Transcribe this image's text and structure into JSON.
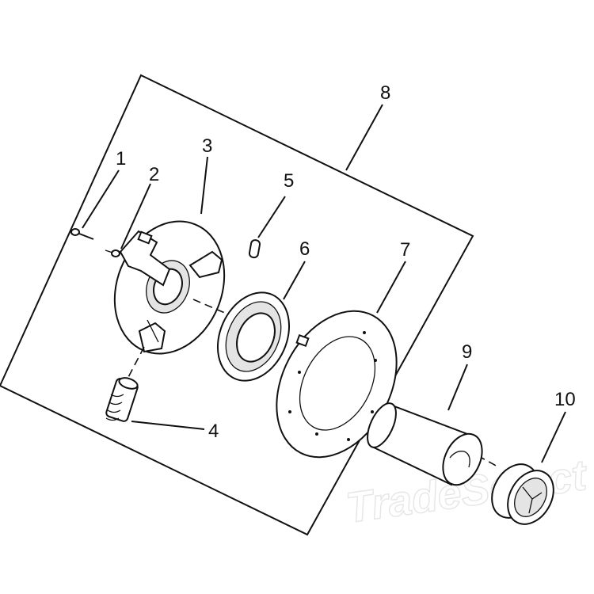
{
  "diagram": {
    "callouts": [
      {
        "id": "1",
        "text": "1"
      },
      {
        "id": "2",
        "text": "2"
      },
      {
        "id": "3",
        "text": "3"
      },
      {
        "id": "4",
        "text": "4"
      },
      {
        "id": "5",
        "text": "5"
      },
      {
        "id": "6",
        "text": "6"
      },
      {
        "id": "7",
        "text": "7"
      },
      {
        "id": "8",
        "text": "8"
      },
      {
        "id": "9",
        "text": "9"
      },
      {
        "id": "10",
        "text": "10"
      }
    ],
    "watermark": "TradeSelect",
    "colors": {
      "line": "#111111",
      "background": "#ffffff",
      "watermark": "#e6e6e6"
    }
  }
}
